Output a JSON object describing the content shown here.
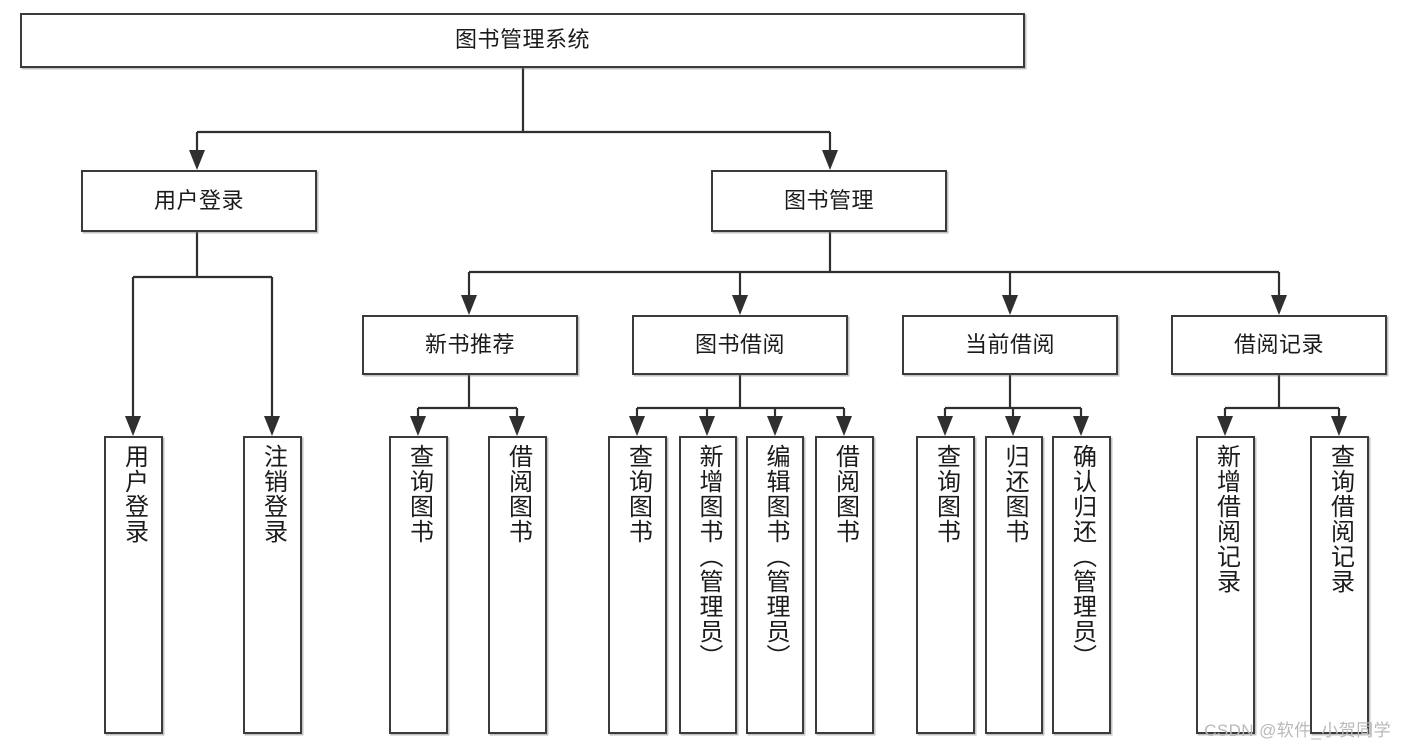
{
  "diagram": {
    "type": "tree-hierarchy-chart",
    "title": "图书管理系统",
    "root": {
      "id": "root",
      "label": "图书管理系统",
      "orientation": "horizontal"
    },
    "level2": [
      {
        "id": "user-login",
        "label": "用户登录",
        "orientation": "horizontal"
      },
      {
        "id": "book-manage",
        "label": "图书管理",
        "orientation": "horizontal"
      }
    ],
    "level3": [
      {
        "id": "new-book-recommend",
        "label": "新书推荐",
        "orientation": "horizontal",
        "parent": "book-manage"
      },
      {
        "id": "book-borrow",
        "label": "图书借阅",
        "orientation": "horizontal",
        "parent": "book-manage"
      },
      {
        "id": "current-borrow",
        "label": "当前借阅",
        "orientation": "horizontal",
        "parent": "book-manage"
      },
      {
        "id": "borrow-record",
        "label": "借阅记录",
        "orientation": "horizontal",
        "parent": "book-manage"
      }
    ],
    "leaves": [
      {
        "id": "leaf-user-login",
        "label": "用户登录",
        "parent": "user-login"
      },
      {
        "id": "leaf-logout-login",
        "label": "注销登录",
        "parent": "user-login"
      },
      {
        "id": "leaf-query-book-rec",
        "label": "查询图书",
        "parent": "new-book-recommend"
      },
      {
        "id": "leaf-borrow-book-rec",
        "label": "借阅图书",
        "parent": "new-book-recommend"
      },
      {
        "id": "leaf-query-book-borrow",
        "label": "查询图书",
        "parent": "book-borrow"
      },
      {
        "id": "leaf-add-book-admin",
        "label": "新增图书（管理员）",
        "parent": "book-borrow"
      },
      {
        "id": "leaf-edit-book-admin",
        "label": "编辑图书（管理员）",
        "parent": "book-borrow"
      },
      {
        "id": "leaf-borrow-book",
        "label": "借阅图书",
        "parent": "book-borrow"
      },
      {
        "id": "leaf-query-book-current",
        "label": "查询图书",
        "parent": "current-borrow"
      },
      {
        "id": "leaf-return-book",
        "label": "归还图书",
        "parent": "current-borrow"
      },
      {
        "id": "leaf-confirm-return-admin",
        "label": "确认归还（管理员）",
        "parent": "current-borrow"
      },
      {
        "id": "leaf-add-borrow-record",
        "label": "新增借阅记录",
        "parent": "borrow-record"
      },
      {
        "id": "leaf-query-borrow-record",
        "label": "查询借阅记录",
        "parent": "borrow-record"
      }
    ]
  },
  "watermark": {
    "text": "CSDN @软件_小贺同学"
  },
  "colors": {
    "stroke": "#2f2f2f",
    "box_border": "#3b3b3b",
    "background": "#ffffff",
    "text": "#1b1b1b",
    "watermark": "#b9b9b9"
  }
}
